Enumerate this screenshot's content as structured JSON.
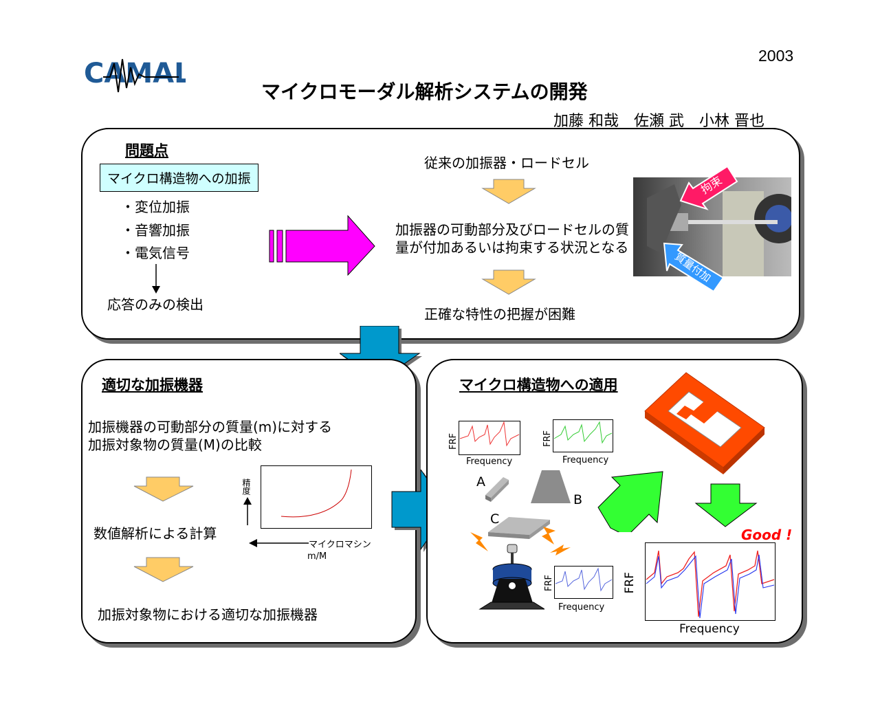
{
  "header": {
    "logo_text": "CAMAL",
    "year": "2003",
    "title": "マイクロモーダル解析システムの開発",
    "authors": "加藤 和哉　佐瀬 武　小林 晋也"
  },
  "problem": {
    "heading": "問題点",
    "box": "マイクロ構造物への加振",
    "items": [
      "・変位加振",
      "・音響加振",
      "・電気信号"
    ],
    "result": "応答のみの検出",
    "flow": {
      "top": "従来の加振器・ロードセル",
      "middle": "加振器の可動部分及びロードセルの質量が付加あるいは拘束する状況となる",
      "bottom": "正確な特性の把握が困難"
    },
    "photo_labels": {
      "restraint": "拘束",
      "mass": "質量付加"
    }
  },
  "exciter": {
    "heading": "適切な加振機器",
    "desc": "加振機器の可動部分の質量(m)に対する加振対象物の質量(M)の比較",
    "calc": "数値解析による計算",
    "result": "加振対象物における適切な加振機器",
    "graph": {
      "ylabel": "精度",
      "xlabel": "マイクロマシン",
      "xunit": "m/M"
    }
  },
  "application": {
    "heading": "マイクロ構造物への適用",
    "labels": {
      "a": "A",
      "b": "B",
      "c": "C"
    },
    "frf_label": "FRF",
    "freq_label": "Frequency",
    "good": "Good !"
  },
  "colors": {
    "magenta": "#ff00ff",
    "blue_arrow": "#0099cc",
    "orange_arrow": "#ffcc66",
    "green_arrow": "#33ff33",
    "frame": "#ff4400"
  }
}
